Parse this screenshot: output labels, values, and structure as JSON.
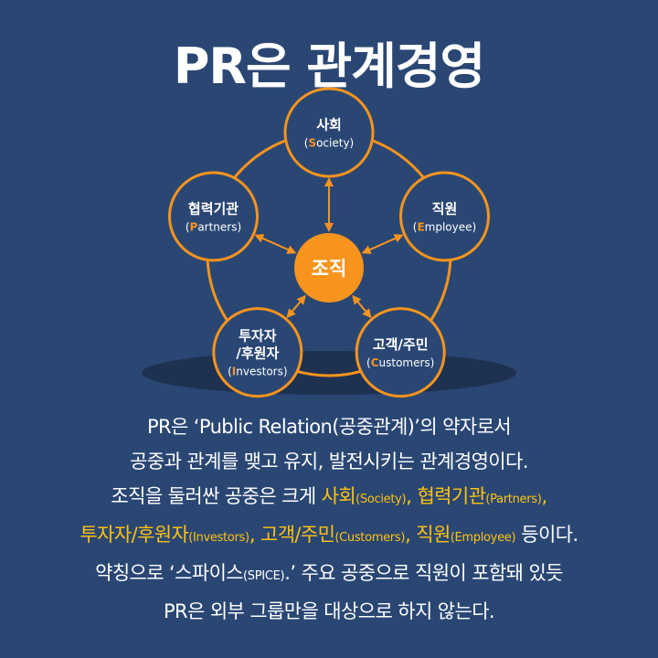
{
  "title": "PR은 관계경영",
  "colors": {
    "background": "#2a4774",
    "accent": "#f7941d",
    "node_fill": "#2a4774",
    "highlight": "#ffc20e",
    "shadow": "#1e3150"
  },
  "diagram": {
    "center": "조직",
    "nodes": [
      {
        "name_lines": [
          "사회"
        ],
        "en_initial": "S",
        "en_rest": "ociety"
      },
      {
        "name_lines": [
          "직원"
        ],
        "en_initial": "E",
        "en_rest": "mployee"
      },
      {
        "name_lines": [
          "고객/주민"
        ],
        "en_initial": "C",
        "en_rest": "ustomers"
      },
      {
        "name_lines": [
          "투자자",
          "/후원자"
        ],
        "en_initial": "I",
        "en_rest": "nvestors"
      },
      {
        "name_lines": [
          "협력기관"
        ],
        "en_initial": "P",
        "en_rest": "artners"
      }
    ]
  },
  "body": {
    "line1": "PR은 ‘Public Relation(공중관계)’의 약자로서",
    "line2": "공중과 관계를 맺고 유지, 발전시키는 관계경영이다.",
    "line3": {
      "pre": "조직을 둘러싼 공중은 크게 ",
      "t1": "사회",
      "s1": "(Society)",
      "sep1": ", ",
      "t2": "협력기관",
      "s2": "(Partners)",
      "sep2": ","
    },
    "line4": {
      "t3": "투자자/후원자",
      "s3": "(Investors)",
      "sep3": ", ",
      "t4": "고객/주민",
      "s4": "(Customers)",
      "sep4": ", ",
      "t5": "직원",
      "s5": "(Employee)",
      "post": " 등이다."
    },
    "line5": {
      "pre": "약칭으로 ‘스파이스",
      "s": "(SPICE)",
      "post": ".’ 주요 공중으로 직원이 포함돼 있듯"
    },
    "line6": "PR은 외부 그룹만을 대상으로 하지 않는다."
  }
}
